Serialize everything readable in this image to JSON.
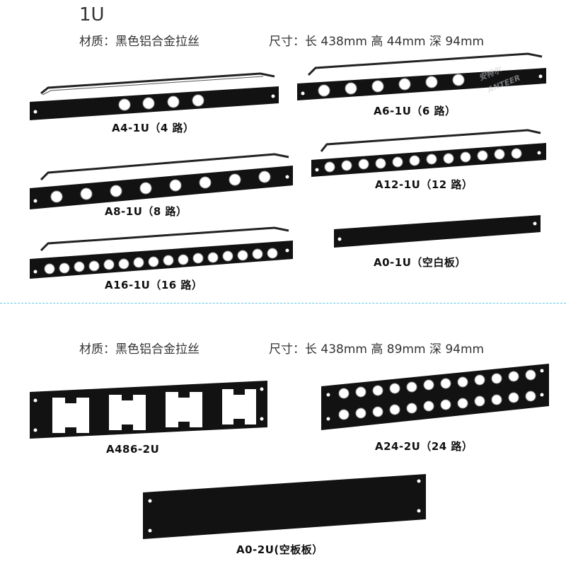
{
  "section_1u": {
    "heading": "1U",
    "spec_material": "材质：黑色铝合金拉丝",
    "spec_size": "尺寸：长 438mm 高 44mm 深 94mm"
  },
  "section_2u": {
    "spec_material": "材质：黑色铝合金拉丝",
    "spec_size": "尺寸：长 438mm 高 89mm 深 94mm"
  },
  "products": {
    "a4": "A4-1U（4 路）",
    "a6": "A6-1U（6 路）",
    "a8": "A8-1U（8 路）",
    "a12": "A12-1U（12 路）",
    "a16": "A16-1U（16 路）",
    "a0_1u": "A0-1U（空白板）",
    "a486": "A486-2U",
    "a24": "A24-2U（24 路）",
    "a0_2u": "A0-2U(空板板）"
  },
  "watermark": {
    "cn": "安特尔",
    "en": "ANTEER"
  }
}
